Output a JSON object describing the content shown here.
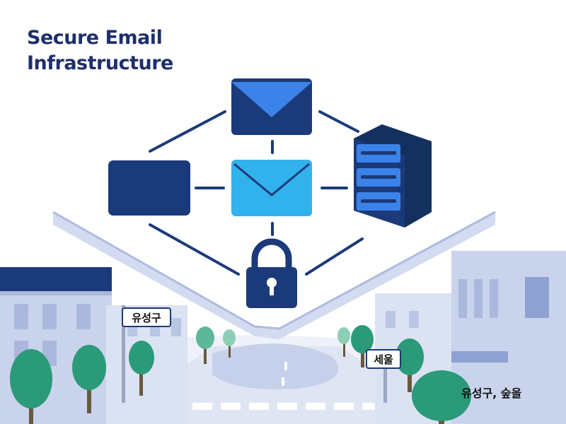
{
  "title": {
    "line1": "Secure Email",
    "line2": "Infrastructure"
  },
  "signs": {
    "left": "유성구",
    "right": "세울"
  },
  "caption": "유성구, 숲을",
  "colors": {
    "navy": "#1b3a7a",
    "bright_blue": "#3b83e8",
    "cyan": "#32b2ec",
    "building": "#c9d3ec",
    "tree": "#2a9a78"
  },
  "icons": [
    "envelope-icon",
    "card-icon",
    "envelope-open-icon",
    "server-icon",
    "padlock-icon"
  ]
}
